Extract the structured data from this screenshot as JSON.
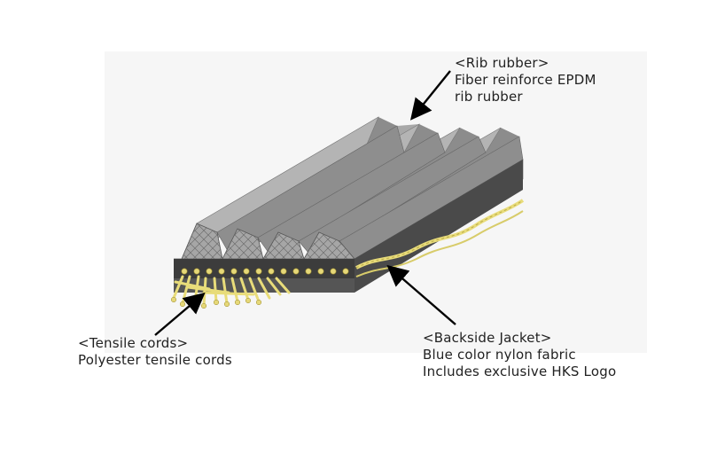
{
  "rib_label": {
    "line1": "<Rib rubber>",
    "line2": "Fiber reinforce EPDM",
    "line3": "rib rubber"
  },
  "tensile_label": {
    "line1": "<Tensile cords>",
    "line2": "Polyester tensile cords"
  },
  "backside_label": {
    "line1": "<Backside Jacket>",
    "line2": "Blue color nylon fabric",
    "line3": "Includes exclusive HKS Logo"
  },
  "colors": {
    "rib_gray": "#9a9a9a",
    "dark_band": "#3a3a3a",
    "cord_yellow": "#e8dc7a",
    "arrow": "#000000"
  }
}
